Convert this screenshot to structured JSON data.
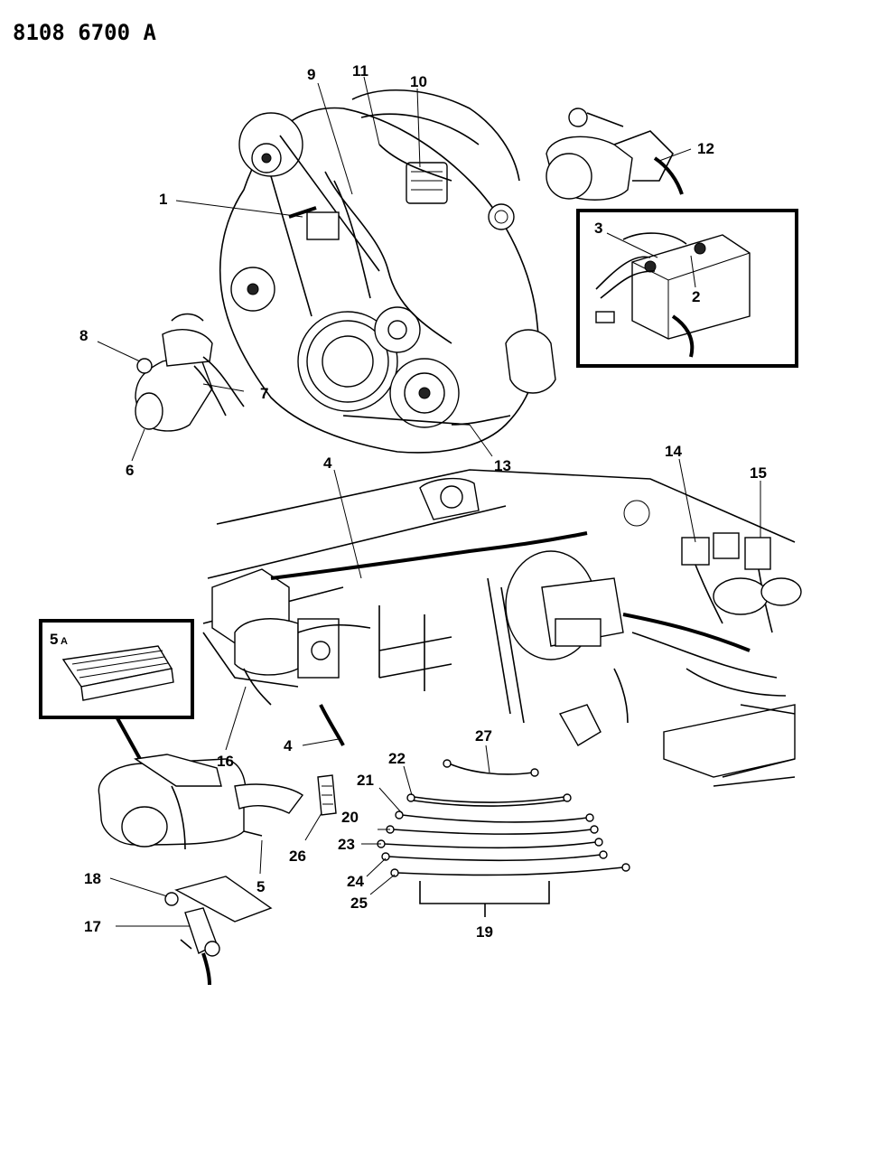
{
  "diagram": {
    "reference_id": "8108 6700 A",
    "callouts": {
      "c1": "1",
      "c2": "2",
      "c3": "3",
      "c4a": "4",
      "c4b": "4",
      "c5": "5",
      "c5a_num": "5",
      "c5a_letter": "A",
      "c6": "6",
      "c7": "7",
      "c8": "8",
      "c9": "9",
      "c10": "10",
      "c11": "11",
      "c12": "12",
      "c13": "13",
      "c14": "14",
      "c15": "15",
      "c16": "16",
      "c17": "17",
      "c18": "18",
      "c19": "19",
      "c20": "20",
      "c21": "21",
      "c22": "22",
      "c23": "23",
      "c24": "24",
      "c25": "25",
      "c26": "26",
      "c27": "27"
    }
  }
}
